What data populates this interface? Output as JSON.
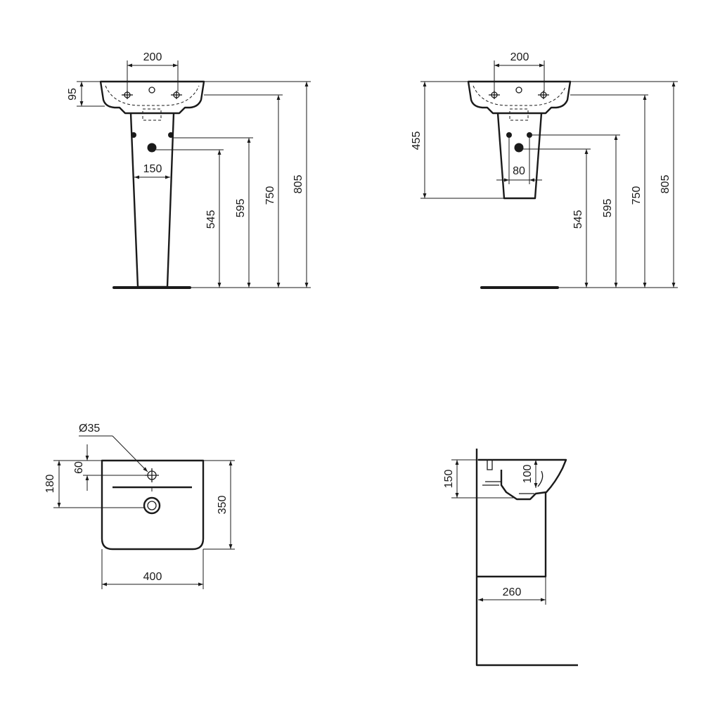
{
  "views": {
    "pedestal": {
      "basin_width": "200",
      "basin_depth": "95",
      "pedestal_width": "150",
      "waste_height": "545",
      "supply_height": "595",
      "rim_height": "750",
      "overall_height": "805"
    },
    "semi_pedestal": {
      "basin_width": "200",
      "semi_pedestal_height": "455",
      "semi_pedestal_width": "80",
      "waste_height": "545",
      "supply_height": "595",
      "rim_height": "750",
      "overall_height": "805"
    },
    "plan": {
      "tap_hole": "Ø35",
      "tap_hole_offset": "60",
      "waste_offset": "180",
      "depth": "350",
      "width": "400"
    },
    "side": {
      "bowl_height": "150",
      "bowl_depth": "100",
      "projection": "260"
    }
  }
}
